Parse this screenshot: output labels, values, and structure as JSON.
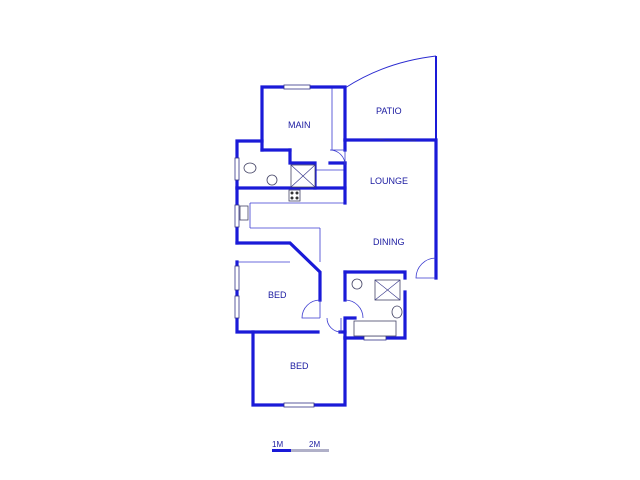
{
  "rooms": {
    "main": "MAIN",
    "patio": "PATIO",
    "lounge": "LOUNGE",
    "dining": "DINING",
    "bed1": "BED",
    "bed2": "BED"
  },
  "scale": {
    "label_1": "1M",
    "label_2": "2M"
  },
  "colors": {
    "wall": "#1a1ad8",
    "label": "#1a1aa0",
    "scale_dark": "#1a1ad8",
    "scale_light": "#b0b0c8"
  }
}
